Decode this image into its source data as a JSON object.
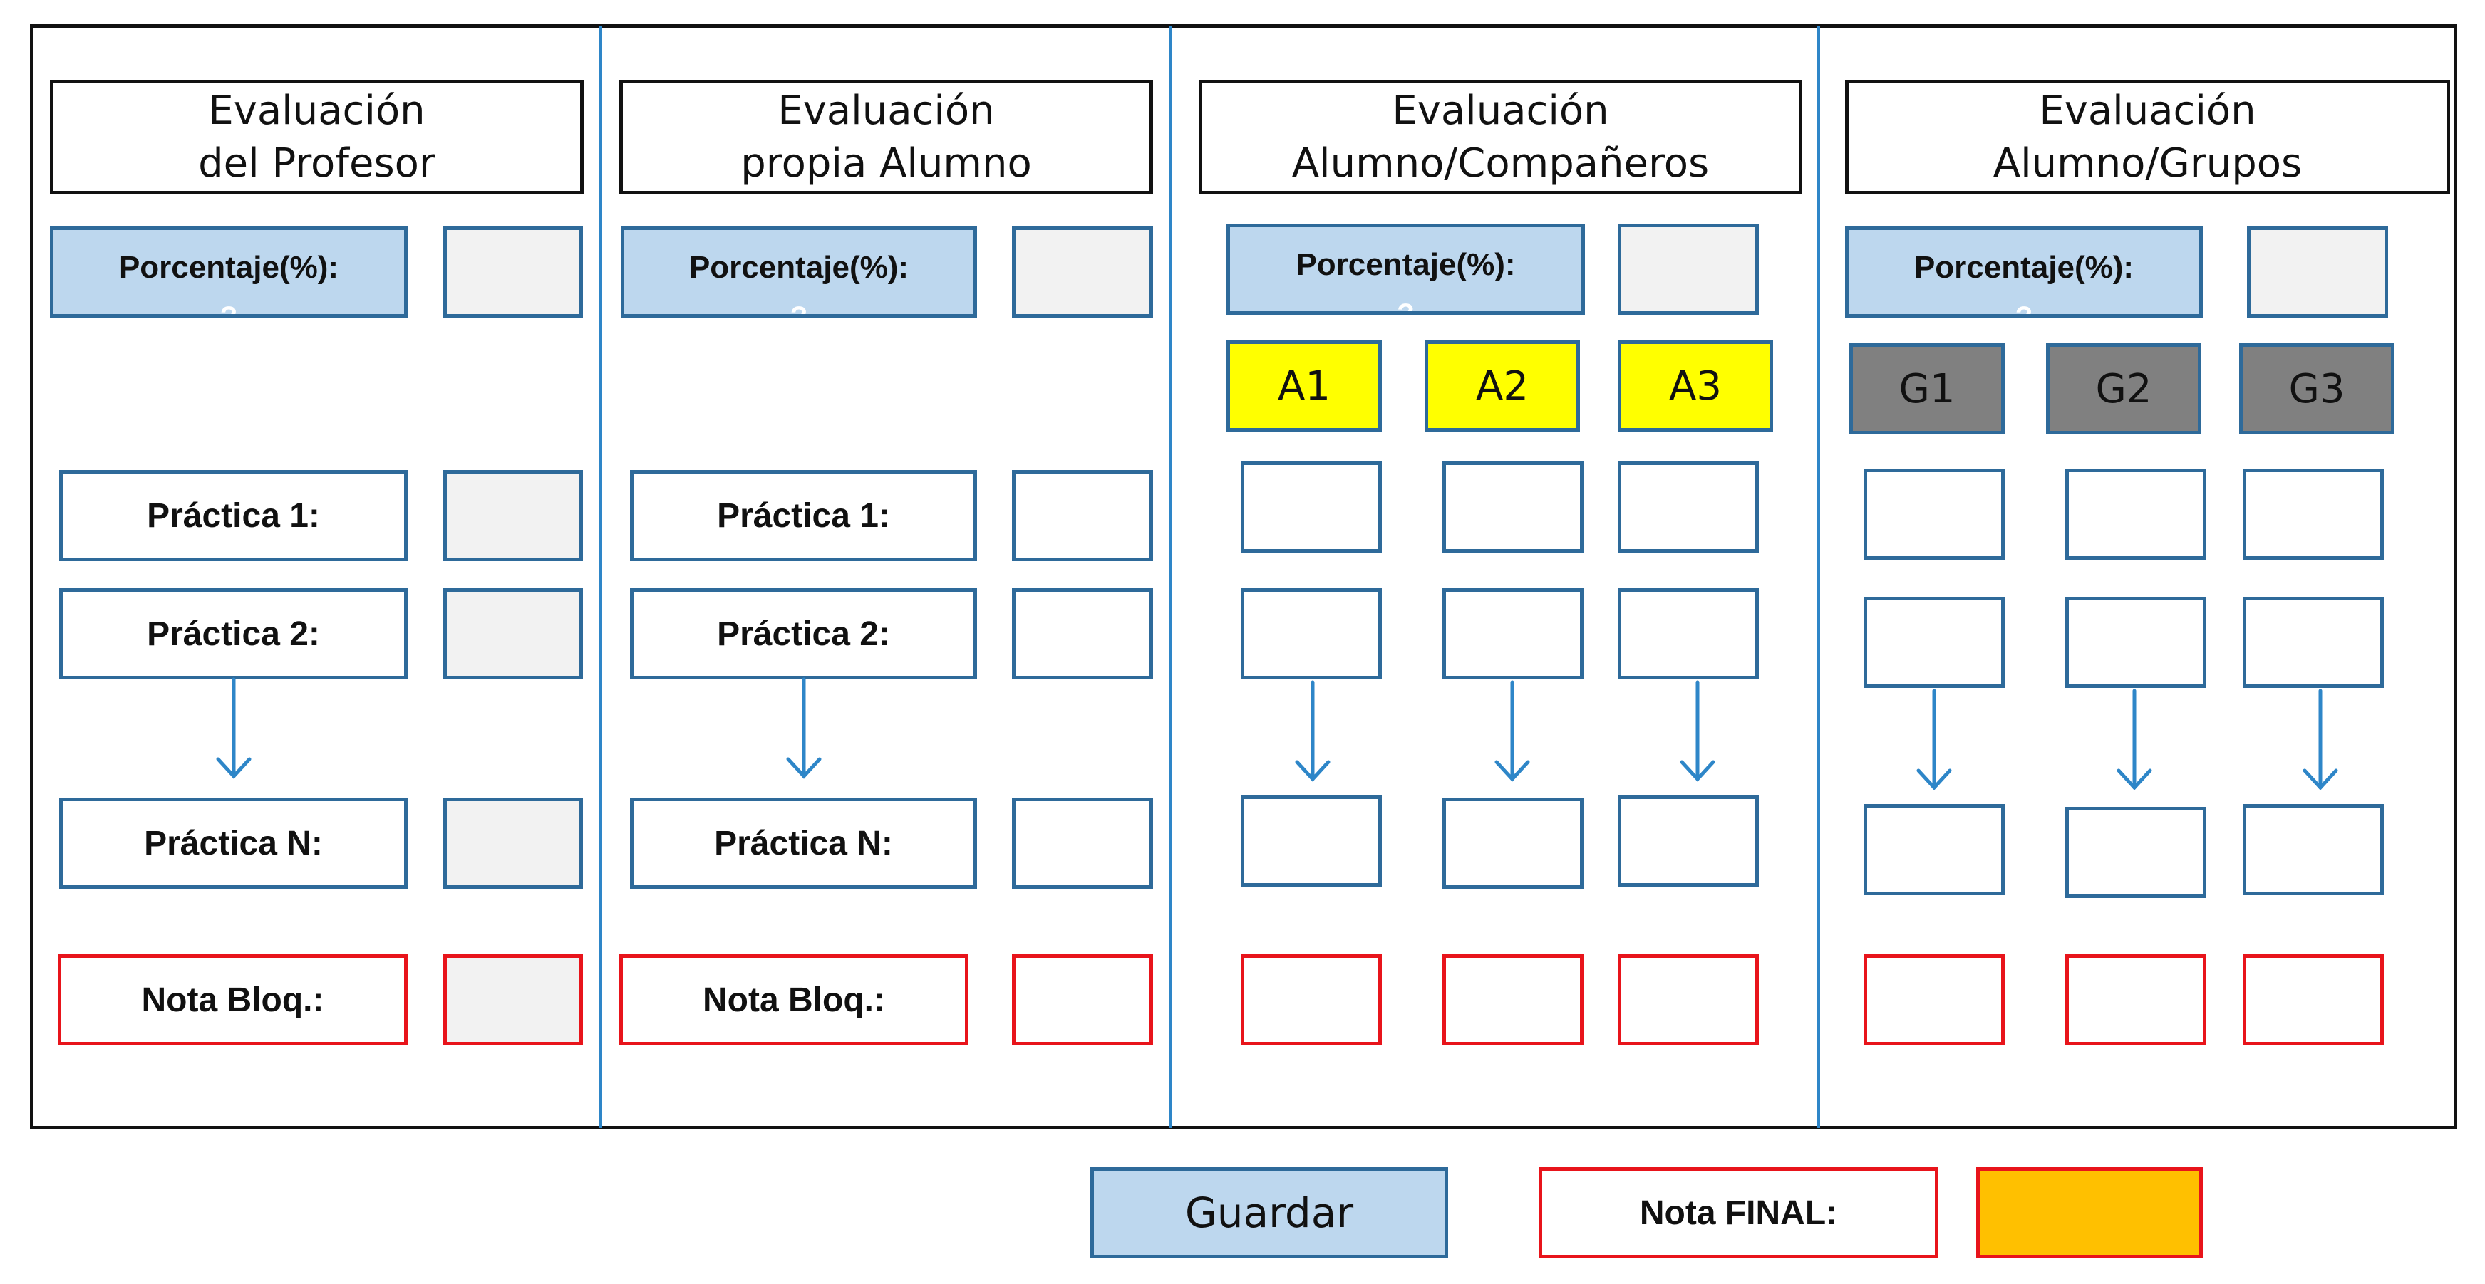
{
  "sections": {
    "profesor": {
      "title": "Evaluación\ndel Profesor"
    },
    "propia": {
      "title": "Evaluación\npropia Alumno"
    },
    "companeros": {
      "title": "Evaluación\nAlumno/Compañeros"
    },
    "grupos": {
      "title": "Evaluación\nAlumno/Grupos"
    }
  },
  "labels": {
    "porcentaje": "Porcentaje(%):",
    "porcentaje_suffix": "?",
    "practica1": "Práctica 1:",
    "practica2": "Práctica 2:",
    "practicaN": "Práctica N:",
    "nota_bloq": "Nota Bloq.:"
  },
  "alumnos": [
    "A1",
    "A2",
    "A3"
  ],
  "grupos": [
    "G1",
    "G2",
    "G3"
  ],
  "footer": {
    "guardar": "Guardar",
    "nota_final": "Nota FINAL:"
  },
  "colors": {
    "blue_fill": "#bdd7ee",
    "blue_border": "#2e6a9a",
    "red_border": "#e8141b",
    "alumno_fill": "#ffff00",
    "grupo_fill": "#808080",
    "nota_final_fill": "#ffc000"
  }
}
